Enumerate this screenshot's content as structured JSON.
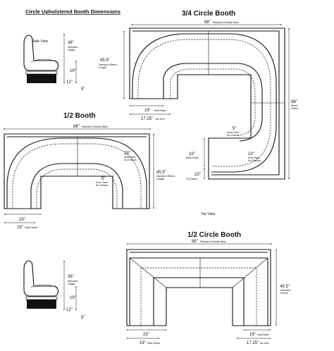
{
  "page": {
    "title": "Circle Upholstered Booth Dimensions",
    "top_view": "Top View"
  },
  "side_view_top": {
    "label": "Side View",
    "height_value": "36\"",
    "height_note1": "Standard",
    "height_note2": "Height",
    "seat_height": "19\"",
    "back_height": "12\"",
    "kick": "5\""
  },
  "side_view_bottom": {
    "height_value": "36\"",
    "height_note1": "Standard",
    "height_note2": "Height",
    "seat_height": "19\"",
    "back_height": "12\"",
    "kick": "5\""
  },
  "three_quarter": {
    "title": "3/4 Circle Booth",
    "outside_back": "88\"",
    "outside_back_note": "Standard Outside Back",
    "return_length": "45.5\"",
    "return_note1": "Standard Return",
    "return_note2": "Length",
    "seat_base": "19\"",
    "seat_base_note": "Seat Base",
    "toe_kick": "17.25\"",
    "toe_kick_note": "Toe Kick",
    "right_height": "88\"",
    "right_note1": "Stand",
    "right_note2": "Outsd",
    "inner_radius": "5\"",
    "inner_note1": "Inner Seat",
    "inner_note2": "Arc Radius",
    "seat_depth": "19\"",
    "seat_depth_note": "Seat Depth",
    "seat_back": "23\"",
    "seat_back_note1": "Seat Back",
    "seat_back_note2": "Arc Radius",
    "depth_dim": "23\"",
    "depth_note": "3/4 Depth"
  },
  "half": {
    "title": "1/2 Booth",
    "outside_back": "88\"",
    "outside_back_note": "Standard Outside Back",
    "seat_back": "23\"",
    "seat_back_note1": "Seat Back",
    "seat_back_note2": "Arc Radius",
    "inner_radius": "5\"",
    "inner_note1": "Inner Seat",
    "inner_note2": "Arc Radius",
    "return_length": "45.5\"",
    "return_note1": "Standard Return",
    "return_note2": "Length",
    "bottom_dim": "23\"",
    "seat_depth": "19\"",
    "seat_depth_note": "Seat Depth"
  },
  "half_circle": {
    "title": "1/2 Circle Booth",
    "outside_back": "88\"",
    "outside_back_note": "Standard Outside Back",
    "return_length": "45.5\"",
    "return_note1": "Standard",
    "return_note2": "Return",
    "bottom_dim": "23\"",
    "seat_depth": "19\"",
    "seat_depth_note": "Seat Depth",
    "seat_base": "19\"",
    "seat_base_note": "Seat Base",
    "toe_kick": "17.25\"",
    "toe_kick_note": "Toe Kick"
  }
}
